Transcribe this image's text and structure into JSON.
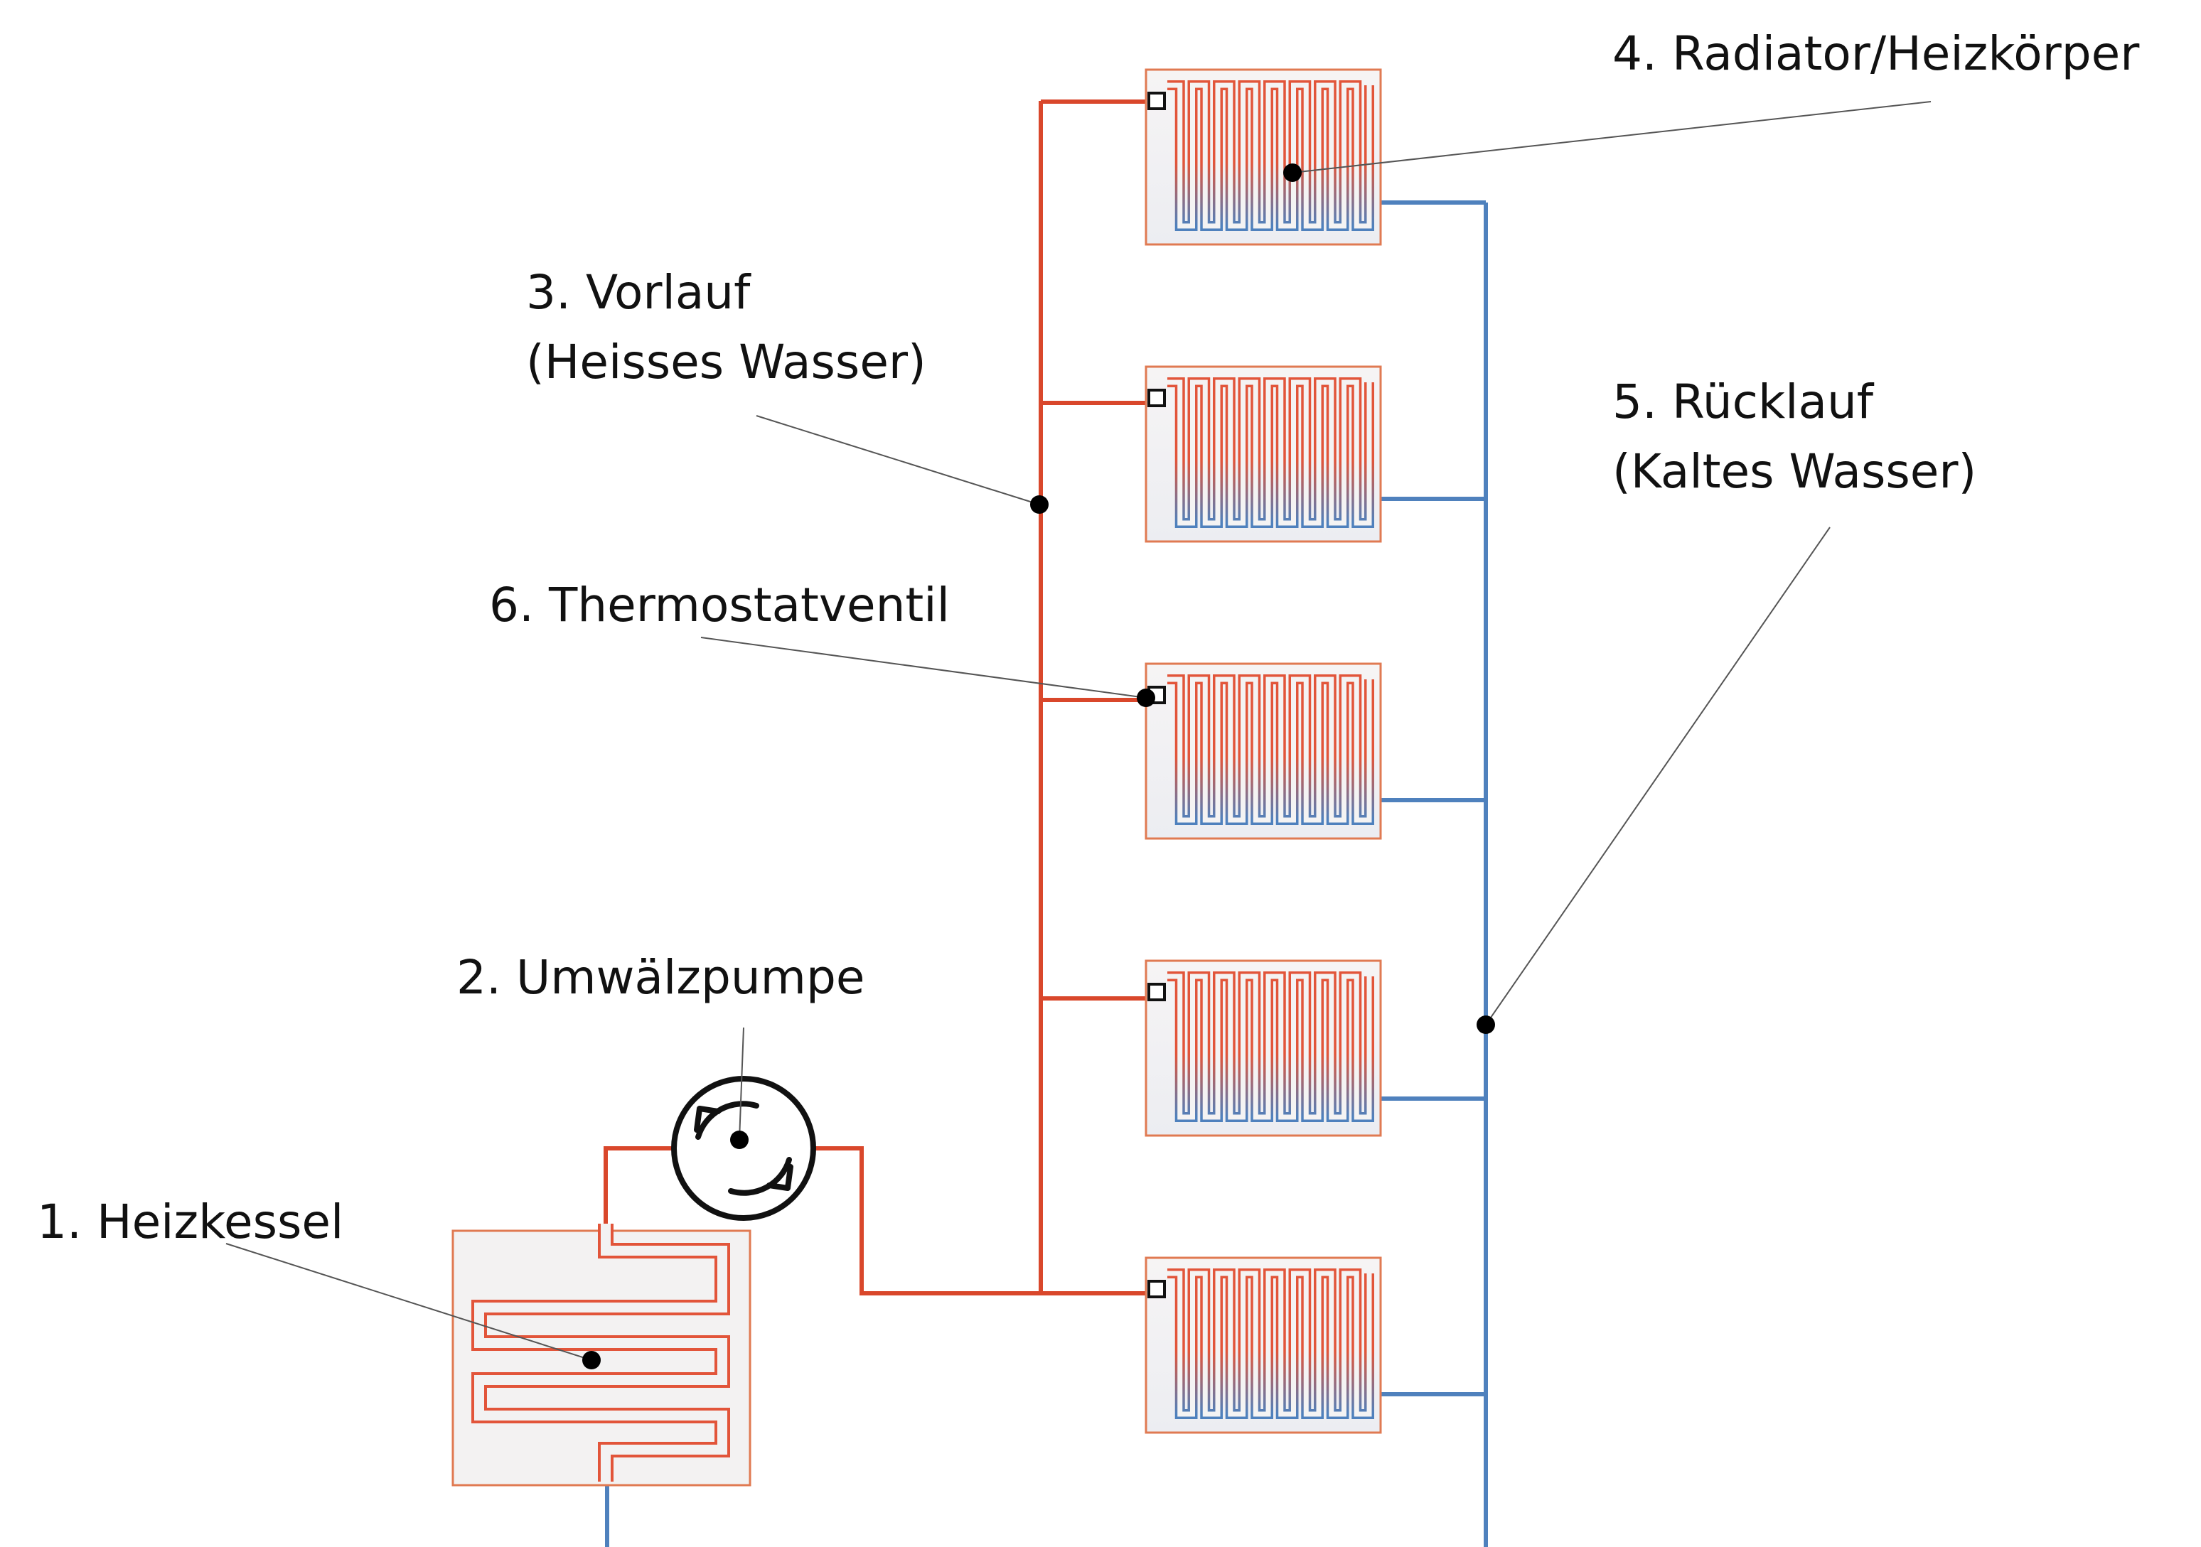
{
  "colors": {
    "hot": "#d9472b",
    "cold": "#4f81bd",
    "unit_fill": "#f3f2f2",
    "unit_border": "#e07a52",
    "fin_hot": "#e2553a",
    "fin_cold": "#4f81bd"
  },
  "labels": {
    "boiler": "1. Heizkessel",
    "pump": "2. Umwälzpumpe",
    "supply_line1": "3. Vorlauf",
    "supply_line2": "(Heisses Wasser)",
    "radiator": "4. Radiator/Heizkörper",
    "return_line1": "5. Rücklauf",
    "return_line2": "(Kaltes Wasser)",
    "valve": "6. Thermostatventil"
  },
  "icons": {
    "pump": "circulation-arrows-icon",
    "valve": "square-valve-icon"
  }
}
